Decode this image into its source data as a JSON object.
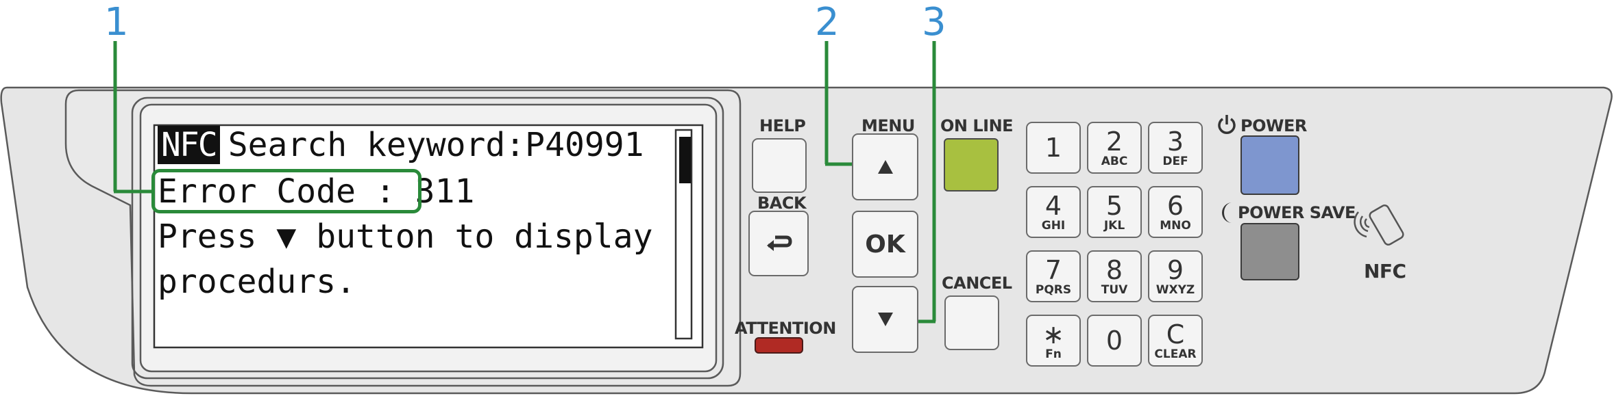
{
  "callouts": {
    "one": "1",
    "two": "2",
    "three": "3"
  },
  "display": {
    "nfc_tag": "NFC",
    "line1": "Search keyword:P40991",
    "line2": "Error Code : 311",
    "line3": "Press ▼ button to display",
    "line4": "procedurs."
  },
  "buttons": {
    "help": "HELP",
    "back": "BACK",
    "menu": "MENU",
    "ok": "OK",
    "on_line": "ON LINE",
    "cancel": "CANCEL",
    "attention": "ATTENTION",
    "power": "POWER",
    "power_save": "POWER SAVE",
    "nfc": "NFC"
  },
  "keypad": [
    {
      "main": "1",
      "sub": ""
    },
    {
      "main": "2",
      "sub": "ABC"
    },
    {
      "main": "3",
      "sub": "DEF"
    },
    {
      "main": "4",
      "sub": "GHI"
    },
    {
      "main": "5",
      "sub": "JKL"
    },
    {
      "main": "6",
      "sub": "MNO"
    },
    {
      "main": "7",
      "sub": "PQRS"
    },
    {
      "main": "8",
      "sub": "TUV"
    },
    {
      "main": "9",
      "sub": "WXYZ"
    },
    {
      "main": "∗",
      "sub": "Fn"
    },
    {
      "main": "0",
      "sub": ""
    },
    {
      "main": "C",
      "sub": "CLEAR"
    }
  ],
  "icons": {
    "up": "up-arrow-icon",
    "down": "down-arrow-icon",
    "back": "back-arrow-icon",
    "power": "power-icon",
    "power_save": "moon-icon",
    "nfc": "nfc-icon"
  },
  "colors": {
    "callout_number": "#3a8fd0",
    "callout_line": "#2a8a3a",
    "on_line_led": "#a8c040",
    "power_button": "#7e96cf",
    "power_save_button": "#8e8e8e",
    "attention_led": "#b02a24"
  }
}
